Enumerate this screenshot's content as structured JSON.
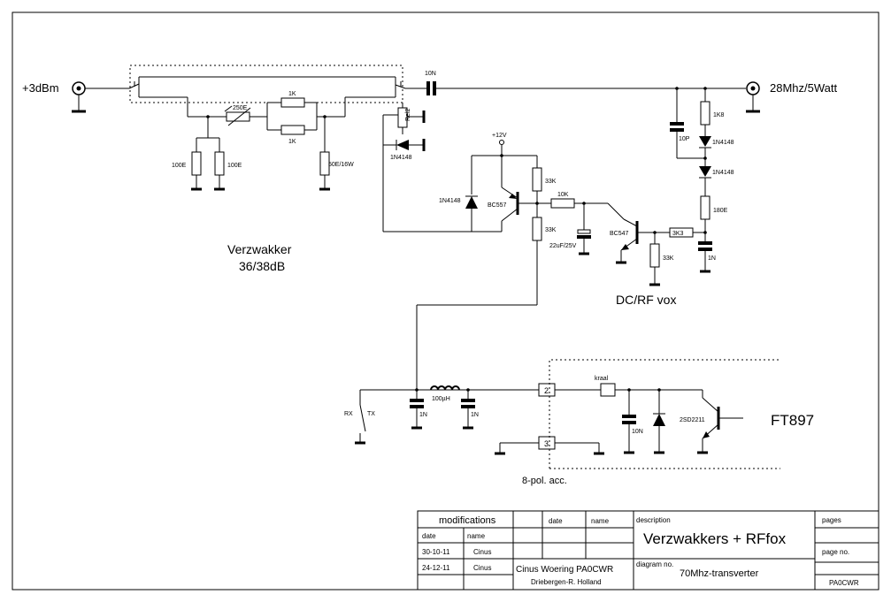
{
  "signals": {
    "input": "+3dBm",
    "output": "28Mhz/5Watt"
  },
  "blocks": {
    "amplifier_title": "Verzwakker",
    "amplifier_value": "36/38dB",
    "vox_title": "DC/RF vox",
    "radio": "FT897",
    "connector": "8-pol. acc."
  },
  "components": {
    "r_1k_top": "1K",
    "r_1k_bottom": "1K",
    "r_250e": "250E",
    "r_100e_a": "100E",
    "r_100e_b": "100E",
    "r_50e": "50E/16W",
    "r_rel": "Rel2",
    "d_1n4148_a": "1N4148",
    "d_1n4148_b": "1N4148",
    "d_1n4148_c": "1N4148",
    "d_1n4148_d": "1N4148",
    "supply": "+12V",
    "t_bc557": "BC557",
    "r_33k_a": "33K",
    "r_33k_b": "33K",
    "r_33k_c": "33K",
    "r_10k": "10K",
    "c_22uf": "22uF/25V",
    "t_bc547": "BC547",
    "r_3k3": "3K3",
    "c_10n_top": "10N",
    "c_10p": "10P",
    "r_1k8": "1K8",
    "r_180e": "180E",
    "c_1n_vox": "1N",
    "rx": "RX",
    "tx": "TX",
    "c_1n_a": "1N",
    "c_1n_b": "1N",
    "l_100uh": "100µH",
    "pin2": "2",
    "pin3": "3",
    "kraal": "kraal",
    "c_10n_ft": "10N",
    "t_2sd2211": "2SD2211"
  },
  "title_block": {
    "modifications": "modifications",
    "date_header": "date",
    "name_header": "name",
    "date_header2": "date",
    "name_header2": "name",
    "row1_date": "30-10-11",
    "row1_name": "Cinus",
    "row2_date": "24-12-11",
    "row2_name": "Cinus",
    "author": "Cinus Woering PA0CWR",
    "location": "Driebergen-R.  Holland",
    "description_label": "description",
    "description": "Verzwakkers + RFfox",
    "diagram_no_label": "diagram no.",
    "diagram_no": "70Mhz-transverter",
    "pages_label": "pages",
    "page_no_label": "page no.",
    "callsign": "PA0CWR"
  }
}
